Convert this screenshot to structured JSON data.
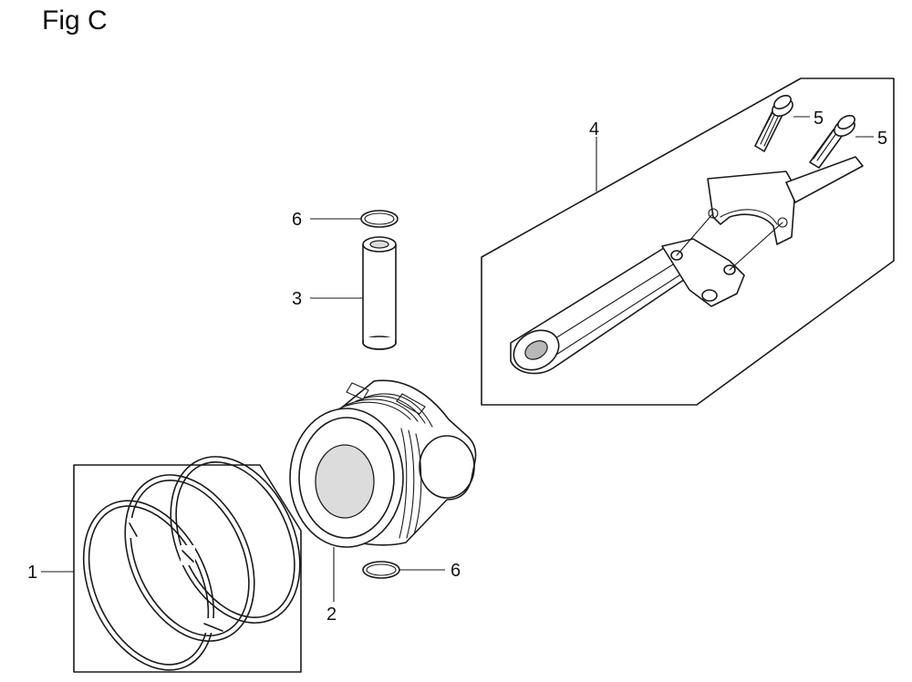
{
  "figure": {
    "title": "Fig C"
  },
  "callouts": {
    "piston_ring_set": "1",
    "piston": "2",
    "piston_pin": "3",
    "connecting_rod": "4",
    "rod_bolt_a": "5",
    "rod_bolt_b": "5",
    "pin_clip_top": "6",
    "pin_clip_bottom": "6"
  }
}
